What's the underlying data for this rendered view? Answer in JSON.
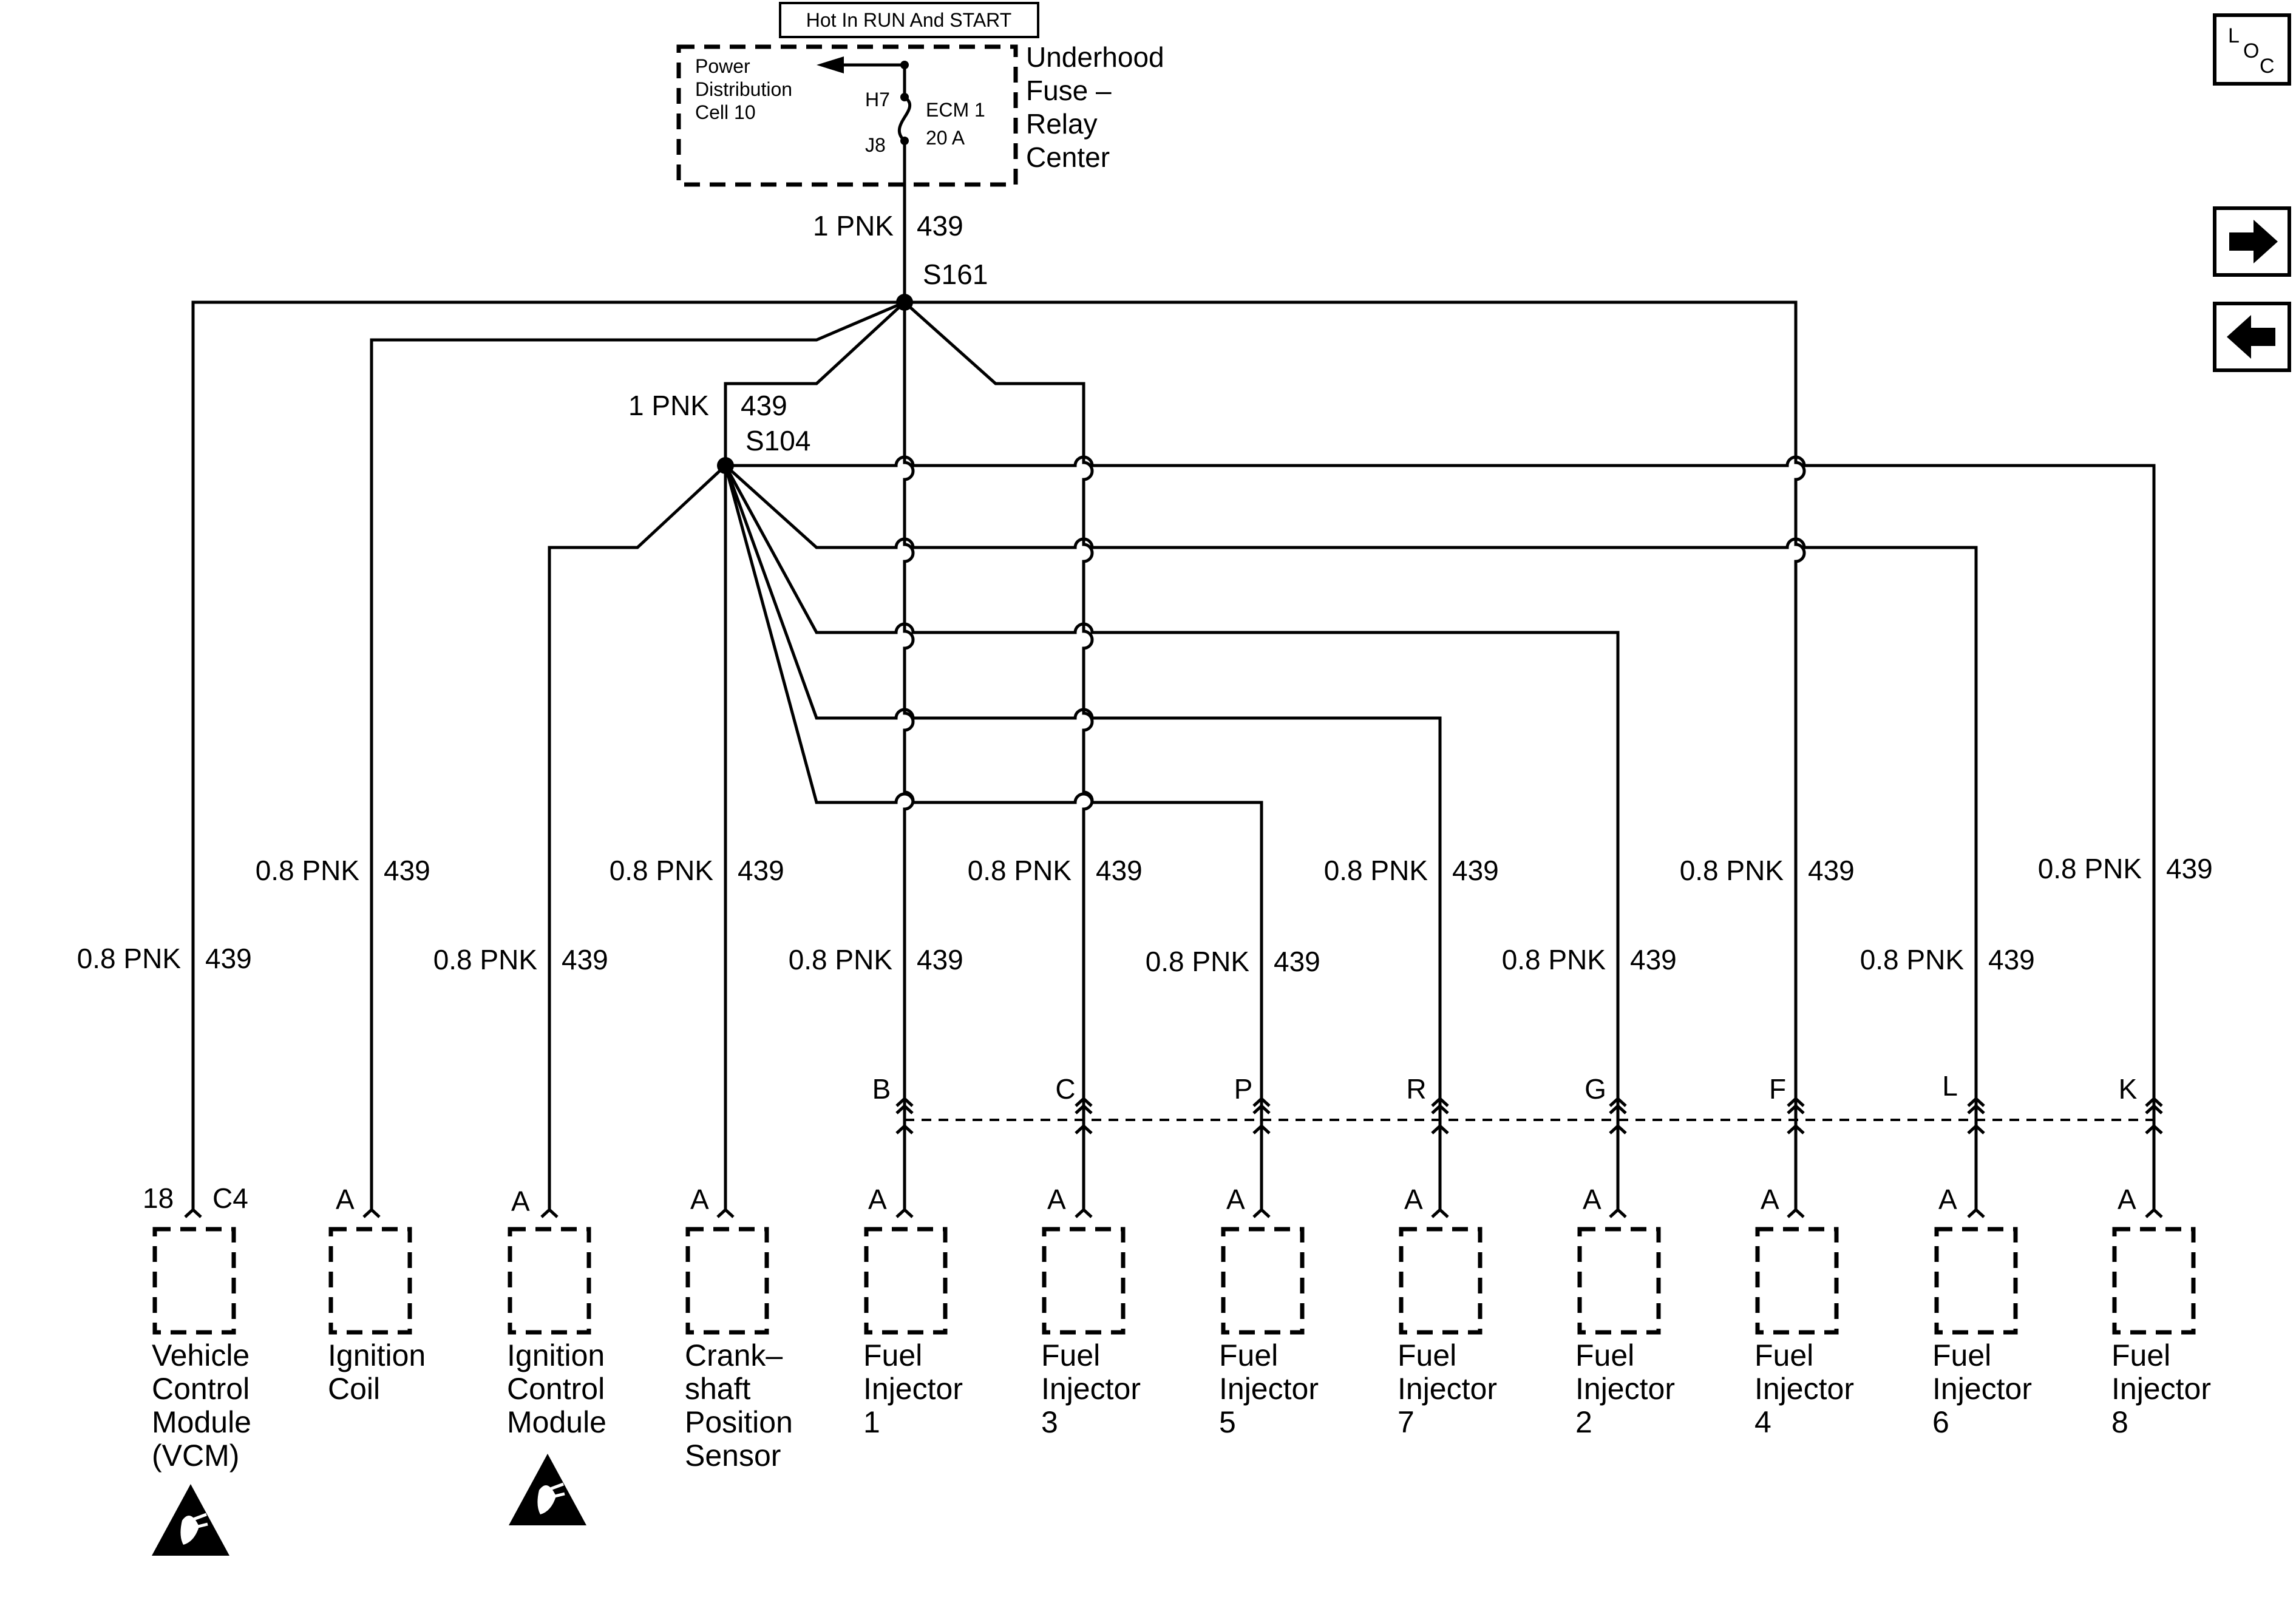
{
  "top_label": "Hot In RUN And START",
  "fuse_block": {
    "power_distribution": [
      "Power",
      "Distribution",
      "Cell 10"
    ],
    "fuse_name": "ECM 1",
    "fuse_rating": "20 A",
    "terminal_in": "H7",
    "terminal_out": "J8",
    "center_name": [
      "Underhood",
      "Fuse –",
      "Relay",
      "Center"
    ]
  },
  "main_feed": {
    "gauge_color": "1 PNK",
    "circuit": "439"
  },
  "splice_1": "S161",
  "splice_2_feed": {
    "gauge_color": "1 PNK",
    "circuit": "439"
  },
  "splice_2": "S104",
  "branch_wire": {
    "gauge_color": "0.8 PNK",
    "circuit": "439"
  },
  "components": [
    {
      "pin": [
        "18",
        "C4"
      ],
      "name": [
        "Vehicle",
        "Control",
        "Module",
        "(VCM)"
      ],
      "esd": true
    },
    {
      "pin": [
        "A"
      ],
      "name": [
        "Ignition",
        "Coil"
      ],
      "esd": false
    },
    {
      "pin": [
        "A"
      ],
      "name": [
        "Ignition",
        "Control",
        "Module"
      ],
      "esd": true
    },
    {
      "pin": [
        "A"
      ],
      "name": [
        "Crank–",
        "shaft",
        "Position",
        "Sensor"
      ],
      "esd": false
    }
  ],
  "injectors": [
    {
      "connector": "B",
      "pin": "A",
      "name": [
        "Fuel",
        "Injector",
        "1"
      ]
    },
    {
      "connector": "C",
      "pin": "A",
      "name": [
        "Fuel",
        "Injector",
        "3"
      ]
    },
    {
      "connector": "P",
      "pin": "A",
      "name": [
        "Fuel",
        "Injector",
        "5"
      ]
    },
    {
      "connector": "R",
      "pin": "A",
      "name": [
        "Fuel",
        "Injector",
        "7"
      ]
    },
    {
      "connector": "G",
      "pin": "A",
      "name": [
        "Fuel",
        "Injector",
        "2"
      ]
    },
    {
      "connector": "F",
      "pin": "A",
      "name": [
        "Fuel",
        "Injector",
        "4"
      ]
    },
    {
      "connector": "L",
      "pin": "A",
      "name": [
        "Fuel",
        "Injector",
        "6"
      ]
    },
    {
      "connector": "K",
      "pin": "A",
      "name": [
        "Fuel",
        "Injector",
        "8"
      ]
    }
  ],
  "nav": {
    "loc_letters": [
      "L",
      "O",
      "C"
    ],
    "next_icon": "arrow-right-icon",
    "prev_icon": "arrow-left-icon"
  }
}
